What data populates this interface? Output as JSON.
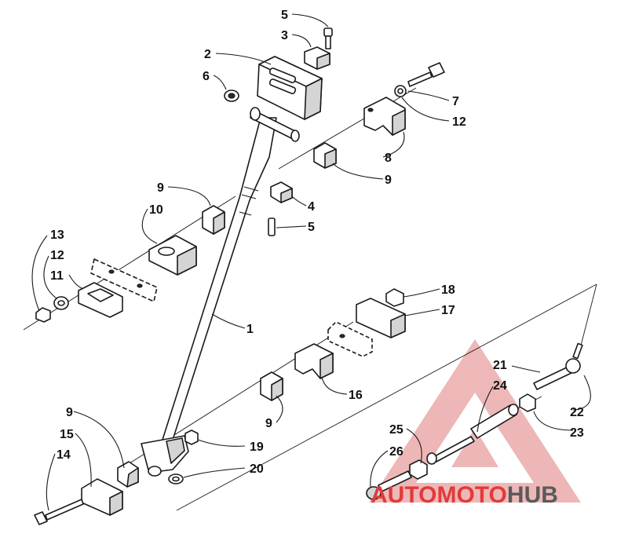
{
  "diagram": {
    "callouts": [
      {
        "id": "c5a",
        "label": "5"
      },
      {
        "id": "c3",
        "label": "3"
      },
      {
        "id": "c2",
        "label": "2"
      },
      {
        "id": "c6",
        "label": "6"
      },
      {
        "id": "c7",
        "label": "7"
      },
      {
        "id": "c12a",
        "label": "12"
      },
      {
        "id": "c8",
        "label": "8"
      },
      {
        "id": "c9a",
        "label": "9"
      },
      {
        "id": "c4",
        "label": "4"
      },
      {
        "id": "c5b",
        "label": "5"
      },
      {
        "id": "c9b",
        "label": "9"
      },
      {
        "id": "c10",
        "label": "10"
      },
      {
        "id": "c13",
        "label": "13"
      },
      {
        "id": "c12b",
        "label": "12"
      },
      {
        "id": "c11",
        "label": "11"
      },
      {
        "id": "c1",
        "label": "1"
      },
      {
        "id": "c18",
        "label": "18"
      },
      {
        "id": "c17",
        "label": "17"
      },
      {
        "id": "c16",
        "label": "16"
      },
      {
        "id": "c9c",
        "label": "9"
      },
      {
        "id": "c21",
        "label": "21"
      },
      {
        "id": "c24",
        "label": "24"
      },
      {
        "id": "c22",
        "label": "22"
      },
      {
        "id": "c23",
        "label": "23"
      },
      {
        "id": "c9d",
        "label": "9"
      },
      {
        "id": "c15",
        "label": "15"
      },
      {
        "id": "c14",
        "label": "14"
      },
      {
        "id": "c19",
        "label": "19"
      },
      {
        "id": "c20",
        "label": "20"
      },
      {
        "id": "c25",
        "label": "25"
      },
      {
        "id": "c26",
        "label": "26"
      }
    ]
  },
  "watermark": {
    "part1": "AUTO",
    "part2": "MOTO",
    "part3": "HUB",
    "color_red": "#e23a3a",
    "color_gray": "#5a5a5a"
  },
  "colors": {
    "line": "#1a1a1a",
    "shade": "#d4d4d4"
  }
}
